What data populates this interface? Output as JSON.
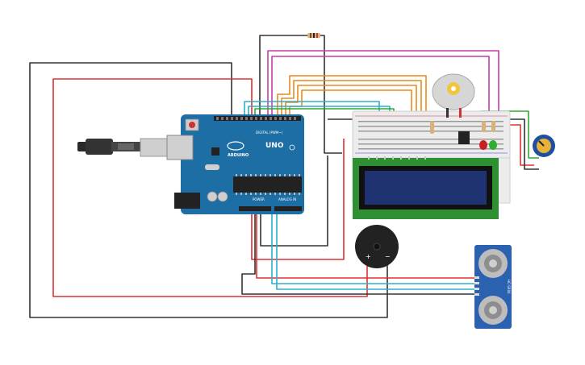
{
  "arduino": {
    "model": "UNO",
    "brand": "ARDUINO",
    "digital_header": "DIGITAL (PWM~)",
    "power_header": "POWER",
    "analog_header": "ANALOG IN"
  },
  "sensor": {
    "label": "HC-SR04"
  },
  "buzzer": {
    "plus": "+",
    "minus": "−"
  },
  "colors": {
    "board": "#1e6ea6",
    "wire_red": "#e03030",
    "wire_black": "#333333",
    "wire_magenta": "#c83caa",
    "wire_orange": "#ec8a1c",
    "wire_teal": "#2bb0c9",
    "wire_green": "#33a833",
    "lcd_pcb": "#2f8f33",
    "lcd_screen": "#1f3372",
    "sensor_pcb": "#2a62b0"
  }
}
